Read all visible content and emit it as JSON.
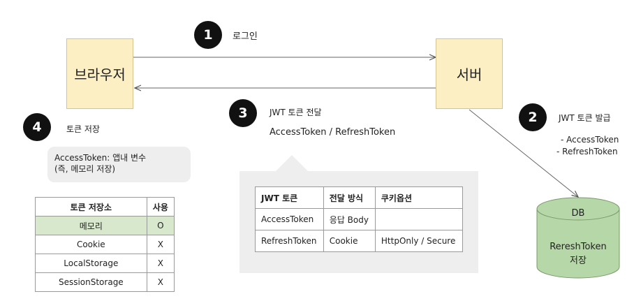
{
  "browser_label": "브라우저",
  "server_label": "서버",
  "steps": {
    "s1": {
      "num": "1",
      "label": "로그인"
    },
    "s2": {
      "num": "2",
      "label": "JWT 토큰 발급",
      "items": [
        "- AccessToken",
        "- RefreshToken"
      ]
    },
    "s3": {
      "num": "3",
      "label": "JWT 토큰 전달",
      "sub": "AccessToken / RefreshToken"
    },
    "s4": {
      "num": "4",
      "label": "토큰 저장"
    }
  },
  "note": {
    "line1": "AccessToken: 앱내 변수",
    "line2": "(즉, 메모리 저장)"
  },
  "storage_table": {
    "headers": [
      "토큰 저장소",
      "사용"
    ],
    "rows": [
      [
        "메모리",
        "O"
      ],
      [
        "Cookie",
        "X"
      ],
      [
        "LocalStorage",
        "X"
      ],
      [
        "SessionStorage",
        "X"
      ]
    ]
  },
  "jwt_table": {
    "headers": [
      "JWT 토큰",
      "전달 방식",
      "쿠키옵션"
    ],
    "rows": [
      [
        "AccessToken",
        "응답 Body",
        ""
      ],
      [
        "RefreshToken",
        "Cookie",
        "HttpOnly / Secure"
      ]
    ]
  },
  "db": {
    "label": "DB",
    "content_line1": "RereshToken",
    "content_line2": "저장"
  },
  "colors": {
    "box_fill": "#fcefc4",
    "db_fill": "#b6d7a8",
    "highlight_row": "#d7e8cc",
    "step_badge": "#111111"
  }
}
